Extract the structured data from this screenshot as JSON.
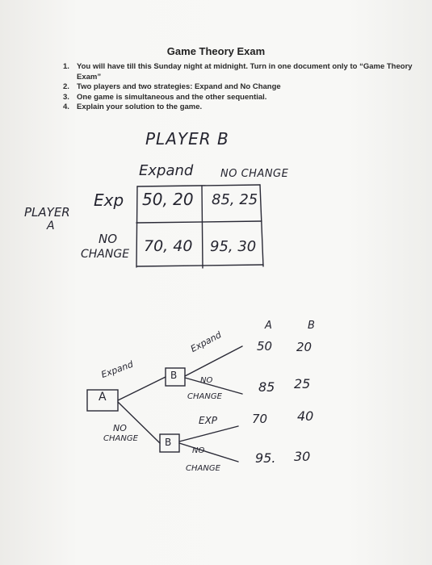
{
  "document": {
    "title": "Game Theory Exam",
    "instructions": [
      {
        "num": "1.",
        "text": "You will have till this Sunday night at midnight. Turn in one document only to “Game Theory Exam”"
      },
      {
        "num": "2.",
        "text": "Two players and two strategies: Expand and No Change"
      },
      {
        "num": "3.",
        "text": "One game is simultaneous and the other sequential."
      },
      {
        "num": "4.",
        "text": "Explain your solution to the game."
      }
    ]
  },
  "matrix": {
    "player_b": "PLAYER B",
    "col_expand": "Expand",
    "col_no_change": "NO CHANGE",
    "player_a_line1": "PLAYER",
    "player_a_line2": "A",
    "row_exp": "Exp",
    "row_no_line1": "NO",
    "row_no_line2": "CHANGE",
    "cells": {
      "exp_expand": "50, 20",
      "exp_nochange": "85, 25",
      "no_expand": "70, 40",
      "no_nochange": "95, 30"
    }
  },
  "tree": {
    "header_a": "A",
    "header_b": "B",
    "node_a": "A",
    "node_b": "B",
    "branch_expand": "Expand",
    "branch_no_line1": "NO",
    "branch_no_line2": "CHANGE",
    "upper_b_expand": "Expand",
    "upper_b_no_line1": "NO",
    "upper_b_no_line2": "CHANGE",
    "lower_b_exp": "EXP",
    "lower_b_no_line1": "NO",
    "lower_b_no_line2": "CHANGE",
    "payoffs": [
      {
        "a": "50",
        "b": "20"
      },
      {
        "a": "85",
        "b": "25"
      },
      {
        "a": "70",
        "b": "40"
      },
      {
        "a": "95.",
        "b": "30"
      }
    ]
  }
}
